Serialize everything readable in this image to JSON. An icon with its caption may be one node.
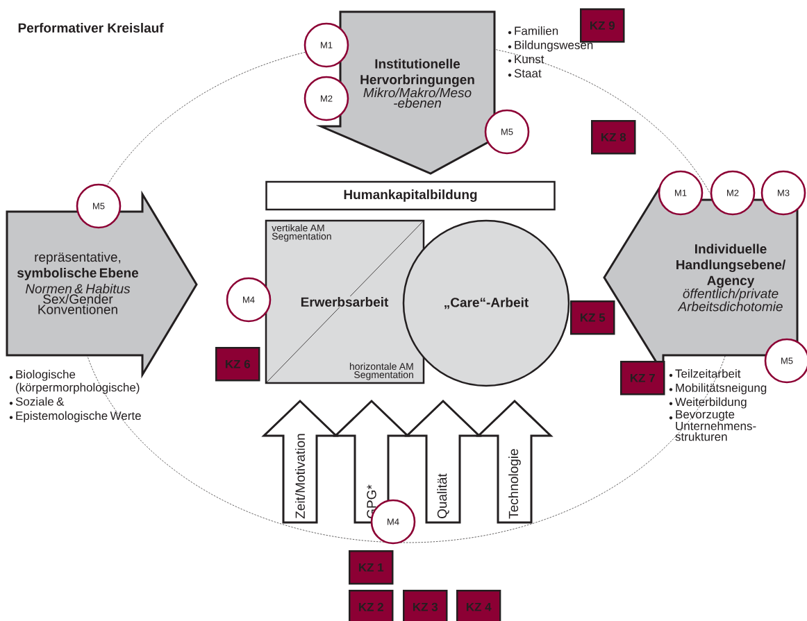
{
  "diagram": {
    "title": "Performativer Kreislauf",
    "nodes": [
      {
        "text": [
          "Institutionelle Hervorbringungen",
          "Mikro/Makro/Meso -ebenen"
        ],
        "beside": [
          "Familien",
          "Bildungswesen",
          "Kunst",
          "Staat"
        ]
      },
      {
        "text": [
          "M1"
        ]
      },
      {
        "text": [
          "M2"
        ]
      },
      {
        "text": [
          "M5"
        ]
      },
      {
        "text": [
          "KZ 9"
        ]
      },
      {
        "text": [
          "KZ 8"
        ]
      },
      {
        "text": [
          "Humankapitalbildung"
        ]
      },
      {
        "text": [
          "repräsentative, **symbolische Ebene**",
          "Normen & Habitus",
          "Sex/Gender Konventionen"
        ],
        "beside": [
          "Biologische (körpermorphologische)",
          "Soziale &",
          "Epistemologische Werte"
        ]
      },
      {
        "text": [
          "M5"
        ]
      },
      {
        "text": [
          "M1"
        ]
      },
      {
        "text": [
          "M2"
        ]
      },
      {
        "text": [
          "M3"
        ]
      },
      {
        "text": [
          "vertikale AM Segmentation",
          "Erwerbsarbeit",
          "horizontale AM Segmentation"
        ]
      },
      {
        "text": [
          "M4"
        ]
      },
      {
        "text": [
          "„Care“-Arbeit"
        ]
      },
      {
        "text": [
          "KZ 5"
        ]
      },
      {
        "text": [
          "Individuelle Handlungsebene/ Agency",
          "öffentlich/private Arbeitsdichotomie"
        ],
        "beside": [
          "Teilzeitarbeit",
          "Mobilitätsneigung",
          "Weiterbildung",
          "Bevorzugte Unternehmens-strukturen"
        ]
      },
      {
        "text": [
          "KZ 6"
        ]
      },
      {
        "text": [
          "KZ 7"
        ]
      },
      {
        "text": [
          "M5"
        ]
      },
      {
        "text": [
          "Zeit/Motivation"
        ]
      },
      {
        "text": [
          "GPG*"
        ]
      },
      {
        "text": [
          "Qualität"
        ]
      },
      {
        "text": [
          "Technologie"
        ]
      },
      {
        "text": [
          "M4"
        ]
      },
      {
        "text": [
          "KZ 1"
        ]
      },
      {
        "text": [
          "KZ 2"
        ]
      },
      {
        "text": [
          "KZ 3"
        ]
      },
      {
        "text": [
          "KZ 4"
        ]
      }
    ]
  }
}
